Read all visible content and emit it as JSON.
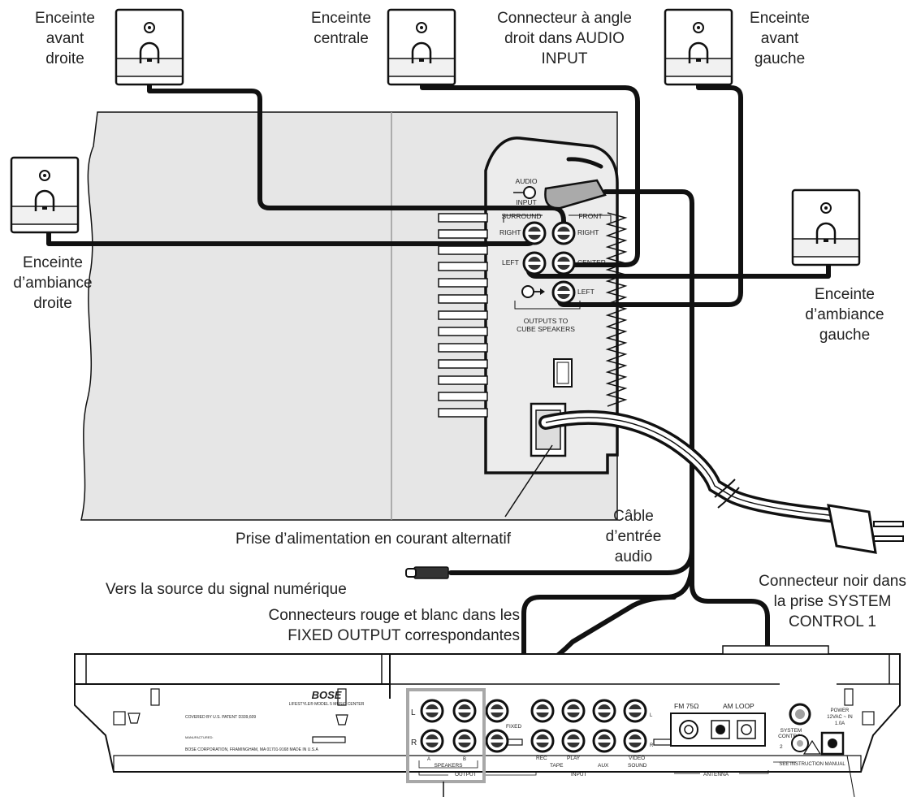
{
  "labels": {
    "front_right": [
      "Enceinte",
      "avant",
      "droite"
    ],
    "center": [
      "Enceinte",
      "centrale"
    ],
    "right_angle": [
      "Connecteur à angle",
      "droit dans AUDIO",
      "INPUT"
    ],
    "front_left": [
      "Enceinte",
      "avant",
      "gauche"
    ],
    "surround_right": [
      "Enceinte",
      "d’ambiance",
      "droite"
    ],
    "surround_left": [
      "Enceinte",
      "d’ambiance",
      "gauche"
    ],
    "ac_power": "Prise d’alimentation en courant alternatif",
    "audio_cable": [
      "Câble",
      "d’entrée",
      "audio"
    ],
    "digital_source": "Vers la source du signal numérique",
    "red_white": [
      "Connecteurs rouge et blanc dans les",
      "FIXED OUTPUT correspondantes"
    ],
    "black_conn": [
      "Connecteur noir dans",
      "la prise SYSTEM",
      "CONTROL 1"
    ]
  },
  "module_panel": {
    "audio_input": [
      "AUDIO",
      "INPUT"
    ],
    "surround": "SURROUND",
    "front": "FRONT",
    "right": "RIGHT",
    "left": "LEFT",
    "center": "CENTER",
    "outputs": [
      "OUTPUTS TO",
      "CUBE SPEAKERS"
    ]
  },
  "music_center": {
    "brand": "BOSE",
    "model": "LIFESTYLE® MODEL 5 MUSIC CENTER",
    "patent": "COVERED BY U.S. PATENT D339,609",
    "manufactured": "MANUFACTURED:",
    "address": "BOSE CORPORATION, FRAMINGHAM, MA 01701-9168 MADE IN U.S.A",
    "L": "L",
    "R": "R",
    "A": "A",
    "B": "B",
    "speakers": "SPEAKERS",
    "output": "OUTPUT",
    "fixed": "FIXED",
    "rec": "REC",
    "play": "PLAY",
    "tape": "TAPE",
    "aux": "AUX",
    "video": "VIDEO",
    "sound": "SOUND",
    "input": "INPUT",
    "fm": "FM 75Ω",
    "am_loop": "AM LOOP",
    "antenna": "ANTENNA",
    "system_control": [
      "SYSTEM",
      "CONTROL"
    ],
    "two": "2",
    "power": [
      "POWER",
      "12VAC ~ IN",
      "1.0A"
    ],
    "see_manual": "SEE INSTRUCTION MANUAL"
  },
  "colors": {
    "ink": "#111111",
    "panel": "#e6e6e6",
    "highlight": "#a8a8a8"
  }
}
